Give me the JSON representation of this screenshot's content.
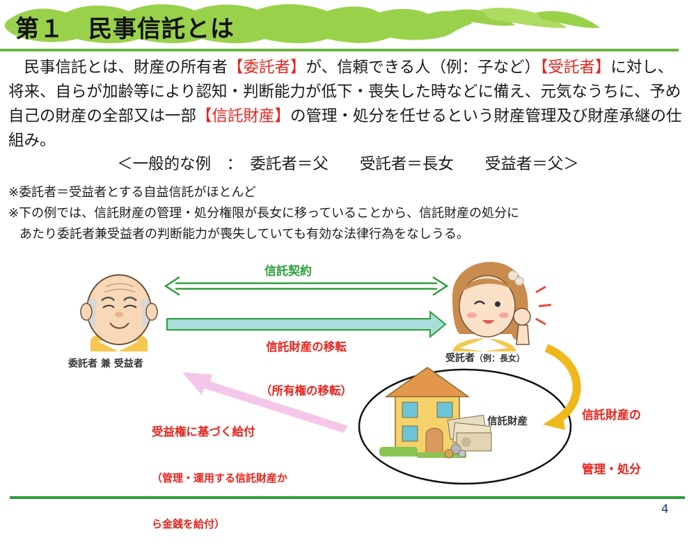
{
  "title": "第１　民事信託とは",
  "body": {
    "p1": "　民事信託とは、財産の所有者",
    "settlor_bracket": "【委託者】",
    "p2": "が、信頼できる人（例：子など）",
    "trustee_bracket": "【受託者】",
    "p3": "に対し、将来、自らが加齢等により認知・判断能力が低下・喪失した時などに備え、元気なうちに、予め自己の財産の全部又は一部",
    "property_bracket": "【信託財産】",
    "p4": "の管理・処分を任せるという財産管理及び財産承継の仕組み。"
  },
  "example": "＜一般的な例　：　委託者＝父　　受託者＝長女　　受益者＝父＞",
  "notes": [
    "※委託者＝受益者とする自益信託がほとんど",
    "※下の例では、信託財産の管理・処分権限が長女に移っていることから、信託財産の処分に",
    "あたり委託者兼受益者の判断能力が喪失していても有効な法律行為をなしうる。"
  ],
  "diagram": {
    "trust_contract": "信託契約",
    "transfer_line1": "信託財産の移転",
    "transfer_line2": "（所有権の移転）",
    "settlor": "委託者 兼 受益者",
    "trustee_main": "受託者",
    "trustee_note": "（例：長女）",
    "manage_line1": "信託財産の",
    "manage_line2": "管理・処分",
    "benefit_line1": "受益権に基づく給付",
    "benefit_line2": "（管理・運用する信託財産か",
    "benefit_line3": "ら金銭を給付）",
    "property": "信託財産"
  },
  "page_number": "4",
  "colors": {
    "accent_green": "#2e9e3a",
    "banner_green": "#9ad14b",
    "emphasis_red": "#e8231c",
    "transfer_arrow": "#a9ddd9",
    "benefit_arrow": "#f4c6ea",
    "manage_arrow": "#f0b81b"
  },
  "icons": [
    "elderly-man-icon",
    "daughter-icon",
    "house-icon",
    "money-icon"
  ]
}
